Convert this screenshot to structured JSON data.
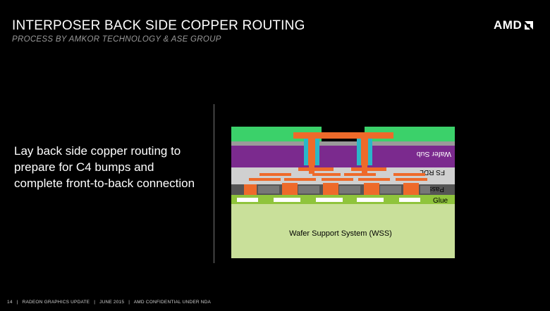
{
  "header": {
    "title": "INTERPOSER BACK SIDE COPPER ROUTING",
    "subtitle": "PROCESS BY AMKOR TECHNOLOGY & ASE GROUP",
    "logo_text": "AMD"
  },
  "main": {
    "description": "Lay back side copper routing to prepare for C4 bumps and complete front-to-back connection"
  },
  "diagram": {
    "layer_labels": {
      "wafer_sub": "Wafer Sub",
      "fs_rdl": "FS RDL",
      "pass": "Pass",
      "glue": "Glue",
      "wss": "Wafer Support System (WSS)"
    },
    "colors": {
      "green_top": "#3bd16a",
      "purple": "#7b2a8e",
      "light_gray": "#d0d0d0",
      "dark_gray": "#555555",
      "orange_copper": "#ee6a2a",
      "glue_green": "#8fc43c",
      "wss_green": "#c9e09a",
      "teal": "#2ab7c8"
    }
  },
  "footer": {
    "page_number": "14",
    "separator": "|",
    "section": "RADEON GRAPHICS UPDATE",
    "date": "JUNE 2015",
    "confidentiality": "AMD CONFIDENTIAL UNDER NDA"
  }
}
